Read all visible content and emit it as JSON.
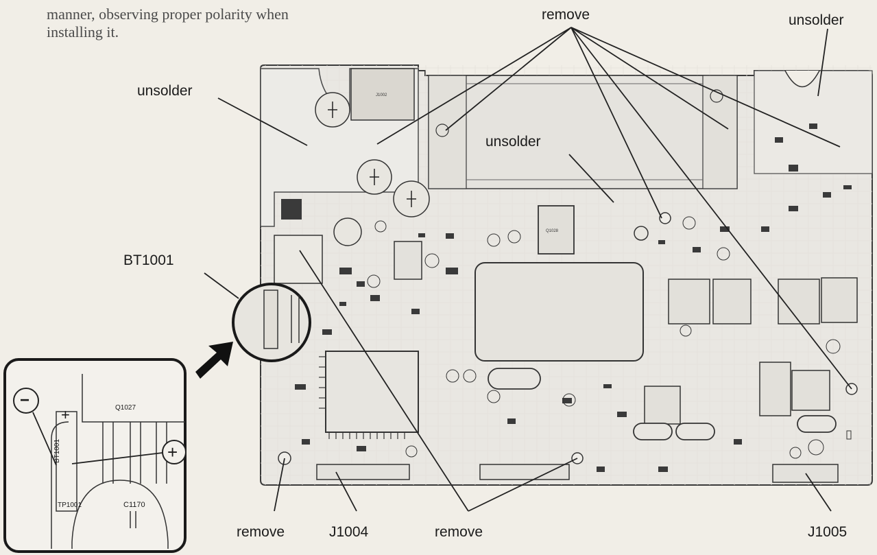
{
  "instructions": {
    "line1": "manner, observing proper polarity when",
    "line2": "installing it."
  },
  "labels": {
    "remove_top": "remove",
    "unsolder_top_right": "unsolder",
    "unsolder_left": "unsolder",
    "unsolder_center": "unsolder",
    "bt1001": "BT1001",
    "remove_bottom_left": "remove",
    "j1004": "J1004",
    "remove_bottom_center": "remove",
    "j1005": "J1005"
  },
  "inset": {
    "q_label": "Q1027",
    "bt_label": "BT1001",
    "c_label": "C1170",
    "tp_label": "TP1001",
    "minus_symbol": "−",
    "plus_symbol": "+",
    "plus_mark": "+"
  },
  "board": {
    "chip_top": "J1002",
    "chip_q": "Q1028"
  }
}
